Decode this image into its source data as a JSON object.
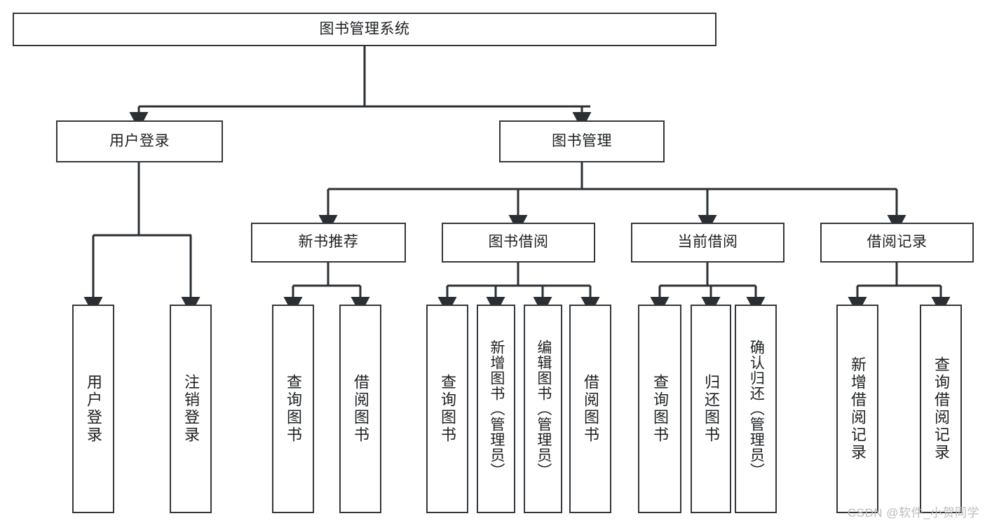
{
  "diagram": {
    "type": "tree",
    "title": "图书管理系统",
    "watermark": "CSDN @软件_小贺同学",
    "colors": {
      "border": "#33373b",
      "background": "#ffffff",
      "text": "#1d2023",
      "connector": "#2b2f33",
      "watermark": "#b9bcbf"
    },
    "root": {
      "label": "图书管理系统"
    },
    "level2": [
      {
        "label": "用户登录"
      },
      {
        "label": "图书管理"
      }
    ],
    "level3": [
      {
        "label": "新书推荐"
      },
      {
        "label": "图书借阅"
      },
      {
        "label": "当前借阅"
      },
      {
        "label": "借阅记录"
      }
    ],
    "leaves": [
      {
        "label": "用户登录",
        "parent": "用户登录"
      },
      {
        "label": "注销登录",
        "parent": "用户登录"
      },
      {
        "label": "查询图书",
        "parent": "新书推荐"
      },
      {
        "label": "借阅图书",
        "parent": "新书推荐"
      },
      {
        "label": "查询图书",
        "parent": "图书借阅"
      },
      {
        "label": "新增图书（管理员）",
        "parent": "图书借阅"
      },
      {
        "label": "编辑图书（管理员）",
        "parent": "图书借阅"
      },
      {
        "label": "借阅图书",
        "parent": "图书借阅"
      },
      {
        "label": "查询图书",
        "parent": "当前借阅"
      },
      {
        "label": "归还图书",
        "parent": "当前借阅"
      },
      {
        "label": "确认归还（管理员）",
        "parent": "当前借阅"
      },
      {
        "label": "新增借阅记录",
        "parent": "借阅记录"
      },
      {
        "label": "查询借阅记录",
        "parent": "借阅记录"
      }
    ]
  }
}
